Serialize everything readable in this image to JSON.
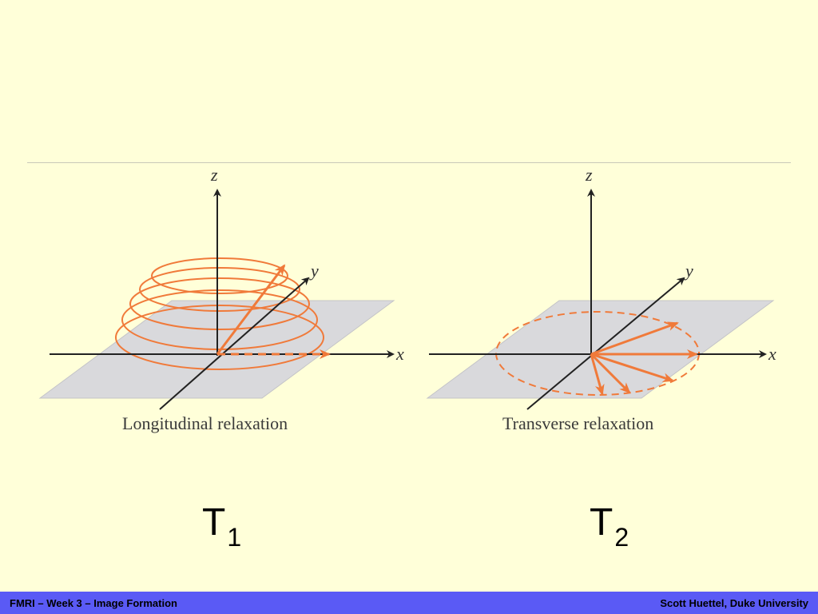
{
  "diagram": {
    "left_panel": {
      "caption": "Longitudinal relaxation",
      "axes": {
        "x": "x",
        "y": "y",
        "z": "z"
      }
    },
    "right_panel": {
      "caption": "Transverse relaxation",
      "axes": {
        "x": "x",
        "y": "y",
        "z": "z"
      }
    }
  },
  "labels": {
    "t1": {
      "main": "T",
      "sub": "1"
    },
    "t2": {
      "main": "T",
      "sub": "2"
    }
  },
  "footer": {
    "left": "FMRI – Week 3 – Image Formation",
    "right": "Scott Huettel, Duke University"
  },
  "colors": {
    "background": "#ffffd9",
    "accent_orange": "#f07a3a",
    "footer_bar": "#5a5af5",
    "plane": "#d9d9dc"
  }
}
